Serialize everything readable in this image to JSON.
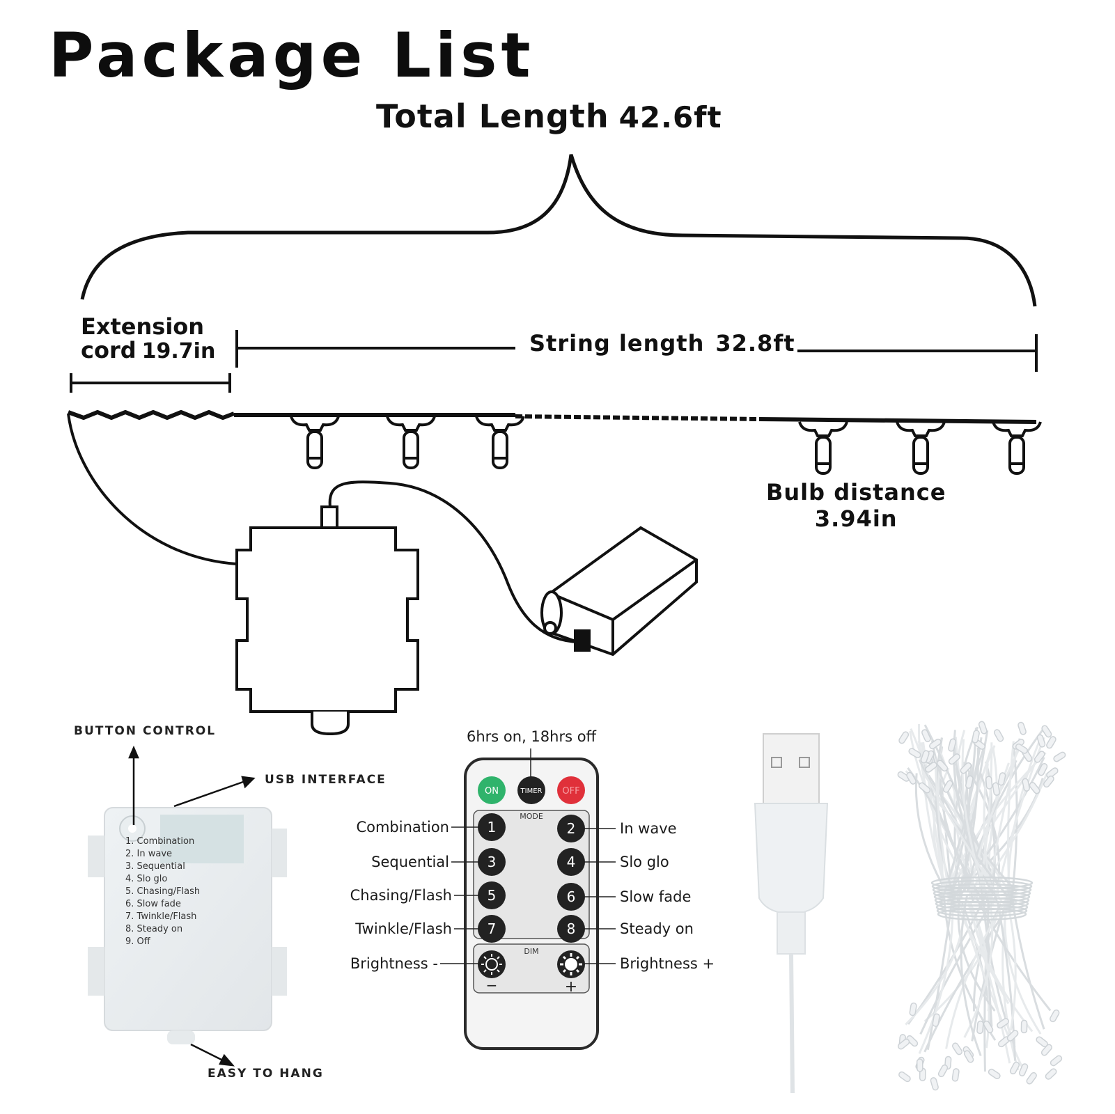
{
  "title": "Package List",
  "total_length": {
    "label": "Total Length",
    "value": "42.6ft"
  },
  "extension_cord": {
    "label_line1": "Extension",
    "label_line2": "cord",
    "value": "19.7in"
  },
  "string_length": {
    "label": "String length",
    "value": "32.8ft"
  },
  "bulb_distance": {
    "label": "Bulb distance",
    "value": "3.94in"
  },
  "battery_box": {
    "button_control": "BUTTON CONTROL",
    "usb_interface": "USB INTERFACE",
    "easy_to_hang": "EASY TO HANG",
    "modes": [
      "1. Combination",
      "2. In wave",
      "3. Sequential",
      "4. Slo glo",
      "5. Chasing/Flash",
      "6. Slow fade",
      "7. Twinkle/Flash",
      "8. Steady on",
      "9. Off"
    ]
  },
  "remote": {
    "timer_note": "6hrs on, 18hrs off",
    "on": "ON",
    "timer": "TIMER",
    "off": "OFF",
    "mode_label": "MODE",
    "dim_label": "DIM",
    "left_labels": [
      "Combination",
      "Sequential",
      "Chasing/Flash",
      "Twinkle/Flash",
      "Brightness -"
    ],
    "right_labels": [
      "In wave",
      "Slo glo",
      "Slow fade",
      "Steady on",
      "Brightness +"
    ],
    "keys": [
      "1",
      "2",
      "3",
      "4",
      "5",
      "6",
      "7",
      "8"
    ],
    "minus": "−",
    "plus": "+"
  },
  "colors": {
    "on_button": "#2fb36b",
    "off_button": "#e0303a",
    "key": "#222222",
    "remote_body": "#f4f4f4"
  }
}
